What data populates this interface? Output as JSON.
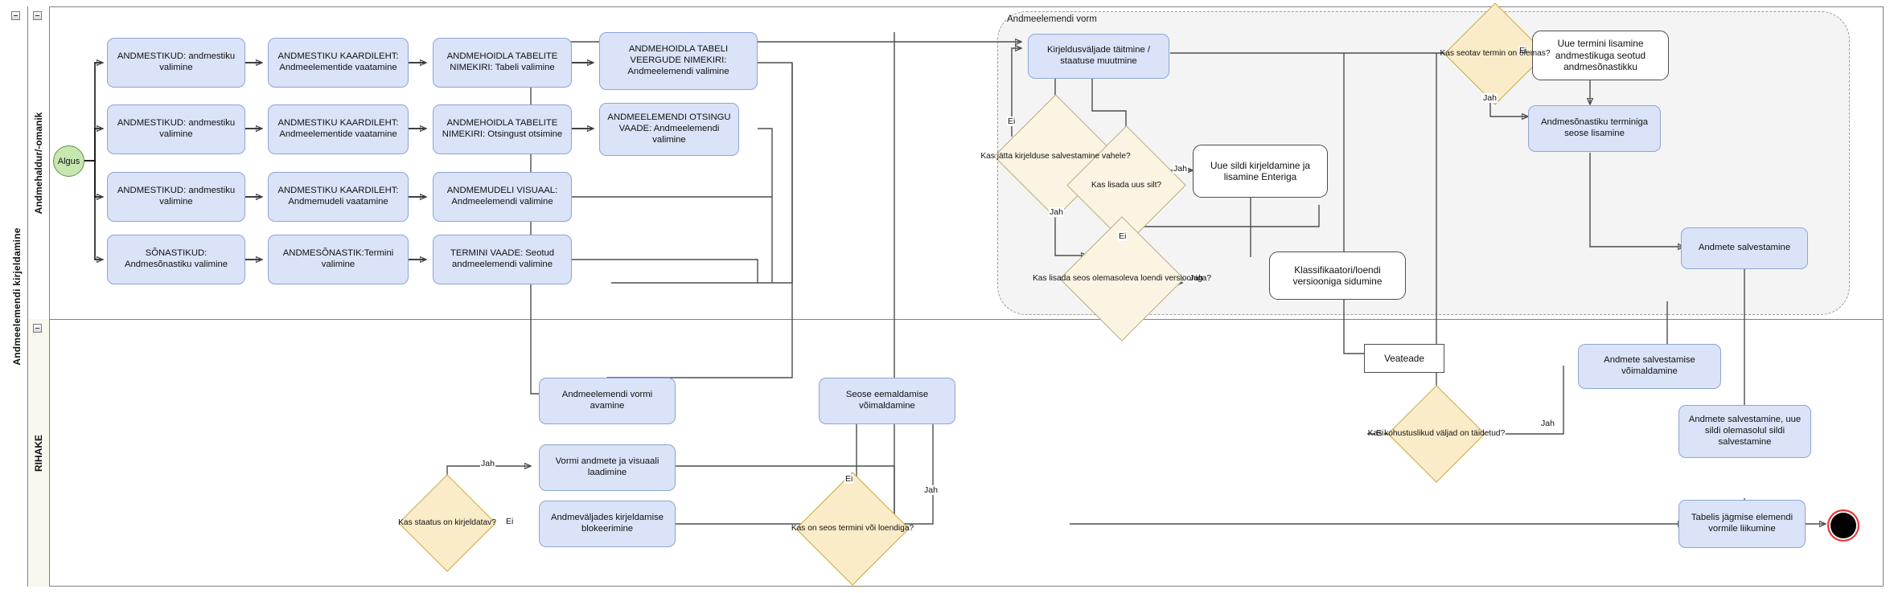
{
  "pool": {
    "title": "Andmeelemendi kirjeldamine"
  },
  "lanes": [
    {
      "name": "Andmehaldur/-omanik"
    },
    {
      "name": "RIHAKE"
    }
  ],
  "subprocess": {
    "label": "Andmeelemendi vorm"
  },
  "start_event": {
    "label": "Algus"
  },
  "nodes": {
    "r1c1": "ANDMESTIKUD: andmestiku valimine",
    "r1c2": "ANDMESTIKU KAARDILEHT: Andmeelementide vaatamine",
    "r1c3": "ANDMEHOIDLA TABELITE NIMEKIRI: Tabeli valimine",
    "r1c4": "ANDMEHOIDLA TABELI VEERGUDE NIMEKIRI: Andmeelemendi valimine",
    "r2c1": "ANDMESTIKUD: andmestiku valimine",
    "r2c2": "ANDMESTIKU KAARDILEHT: Andmeelementide vaatamine",
    "r2c3": "ANDMEHOIDLA TABELITE NIMEKIRI: Otsingust otsimine",
    "r2c4": "ANDMEELEMENDI OTSINGU VAADE: Andmeelemendi valimine",
    "r3c1": "ANDMESTIKUD: andmestiku valimine",
    "r3c2": "ANDMESTIKU KAARDILEHT: Andmemudeli vaatamine",
    "r3c3": "ANDMEMUDELI VISUAAL: Andmeelemendi valimine",
    "r4c1": "SÕNASTIKUD: Andmesõnastiku valimine",
    "r4c2": "ANDMESÕNASTIK:Termini valimine",
    "r4c3": "TERMINI VAADE: Seotud andmeelemendi valimine",
    "fill_fields": "Kirjeldusväljade täitmine / staatuse muutmine",
    "gw_skip_save": "Kas jätta kirjelduse salvestamine vahele?",
    "gw_add_tag": "Kas lisada uus silt?",
    "new_tag": "Uue sildi kirjeldamine ja lisamine Enteriga",
    "gw_link_list": "Kas lisada seos olemasoleva loendi versiooniga?",
    "link_version": "Klassifikaatori/loendi versiooniga sidumine",
    "gw_term_exists": "Kas seotav termin on olemas?",
    "new_term": "Uue termini lisamine andmestikuga seotud andmesõnastikku",
    "term_link": "Andmesõnastiku terminiga seose lisamine",
    "save_data": "Andmete salvestamine",
    "open_form": "Andmeelemendi vormi avamine",
    "load_form": "Vormi andmete ja visuaali laadimine",
    "block_fields": "Andmeväljades kirjeldamise blokeerimine",
    "gw_status": "Kas staatus on kirjeldatav?",
    "gw_rel": "Kas on seos termini või loendiga?",
    "rel_remove": "Seose eemaldamise võimaldamine",
    "error_msg": "Veateade",
    "gw_required": "Kas kohustuslikud väljad on täidetud?",
    "allow_save": "Andmete salvestamise võimaldamine",
    "save_with_tag": "Andmete salvestamine, uue sildi olemasolul sildi salvestamine",
    "next_element": "Tabelis jägmise elemendi vormile liikumine"
  },
  "edge_labels": {
    "ei1": "Ei",
    "jah1": "Jah",
    "jah_tag": "Jah",
    "ei_tag": "Ei",
    "jah_list": "Jah",
    "ei_term": "Ei",
    "jah_term": "Jah",
    "jah_status": "Jah",
    "ei_status": "Ei",
    "ei_rel": "Ei",
    "jah_rel": "Jah",
    "ei_req": "Ei",
    "jah_req": "Jah"
  },
  "colors": {
    "task_fill": "#dae3f7",
    "task_stroke": "#8ea5d4",
    "gateway_fill": "#faecc8",
    "gateway_stroke": "#c8a944",
    "start_fill": "#c7e7b0",
    "end_stroke": "#e33333",
    "subprocess_fill": "#f4f4f4",
    "lane_header_fill": "#faf7ee",
    "edge_stroke": "#4d4d4d"
  }
}
